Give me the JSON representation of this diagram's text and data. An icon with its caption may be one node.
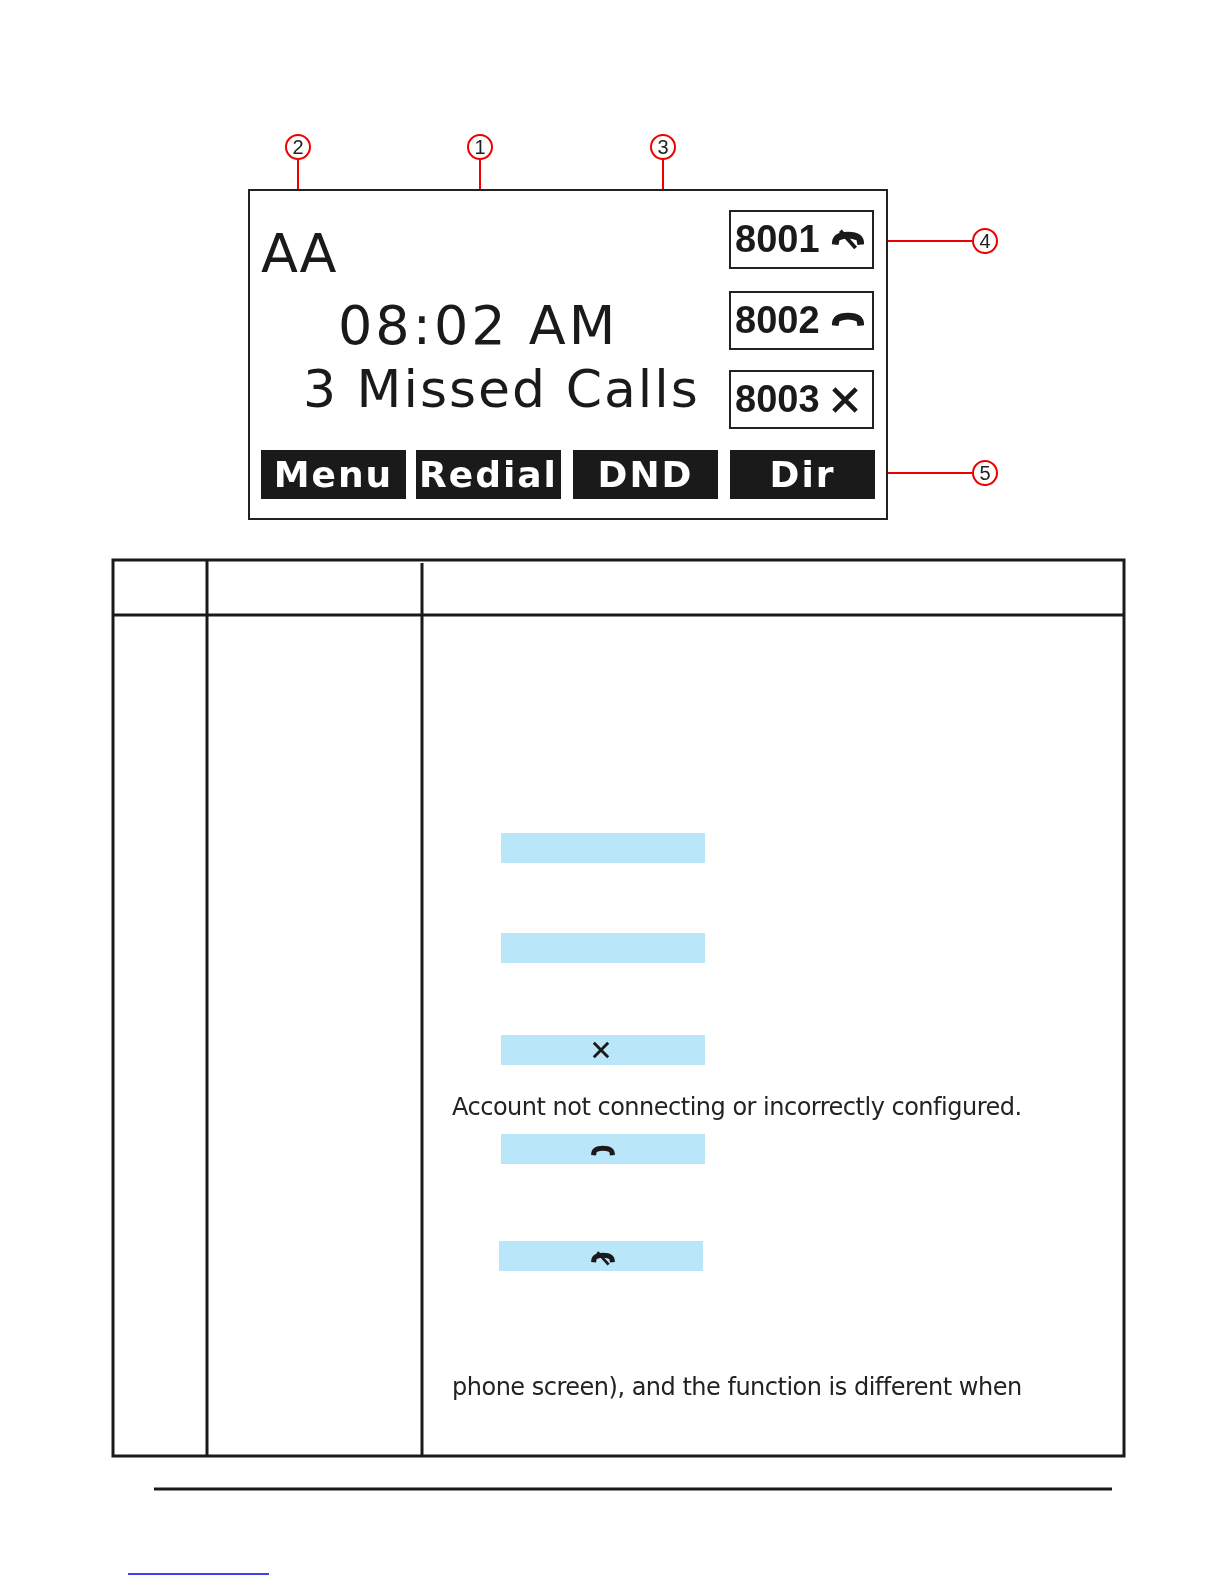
{
  "diagram": {
    "nodes": [
      {
        "text": [],
        "shape": "box"
      },
      {
        "text": [
          "AA"
        ],
        "in": 0
      },
      {
        "text": [
          "08:02 AM"
        ],
        "in": 0
      },
      {
        "text": [
          "3 Missed Calls"
        ],
        "in": 0
      },
      {
        "text": [
          "8001"
        ],
        "in": 0
      },
      {
        "text": [
          "8002"
        ],
        "in": 0
      },
      {
        "text": [
          "8003"
        ],
        "in": 0
      },
      {
        "text": [
          "Menu"
        ],
        "in": 0
      },
      {
        "text": [
          "Redial"
        ],
        "in": 0
      },
      {
        "text": [
          "DND"
        ],
        "in": 0
      },
      {
        "text": [
          "Dir"
        ],
        "in": 0
      },
      {
        "text": [
          "2"
        ]
      },
      {
        "text": [
          "1"
        ]
      },
      {
        "text": [
          "3"
        ]
      },
      {
        "text": [
          "4"
        ]
      },
      {
        "text": [
          "5"
        ]
      }
    ],
    "edges": [
      {
        "from": 11,
        "to": 1,
        "arrow": "none"
      },
      {
        "from": 12,
        "to": 2,
        "arrow": "none"
      },
      {
        "from": 13,
        "to": 3,
        "arrow": "none"
      },
      {
        "from": 14,
        "to": 4,
        "arrow": "none"
      },
      {
        "from": 15,
        "to": 10,
        "arrow": "none"
      }
    ],
    "labels": [
      "Account not connecting or incorrectly configured.",
      "phone screen), and the function is different when"
    ]
  }
}
